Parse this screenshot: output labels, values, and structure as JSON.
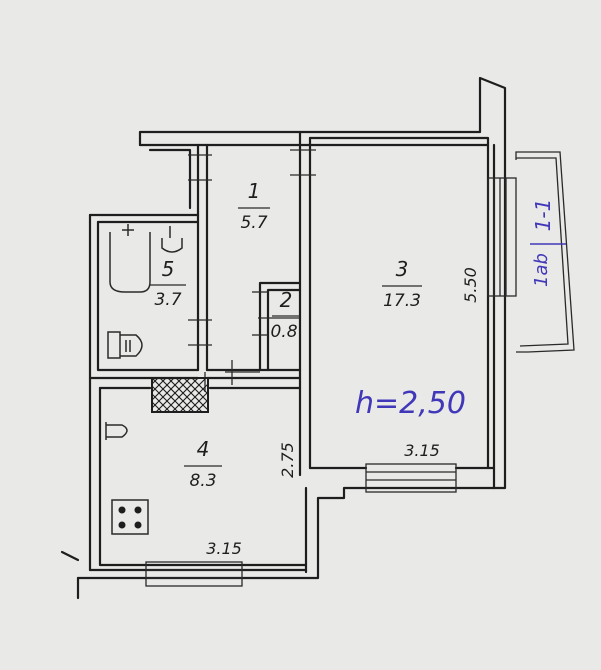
{
  "rooms": [
    {
      "number": "1",
      "area": "5.7"
    },
    {
      "number": "2",
      "area": "0.8"
    },
    {
      "number": "3",
      "area": "17.3"
    },
    {
      "number": "4",
      "area": "8.3"
    },
    {
      "number": "5",
      "area": "3.7"
    }
  ],
  "dimensions": {
    "room3_height": "5.50",
    "room3_width": "3.15",
    "room4_height": "2.75",
    "room4_width": "3.15"
  },
  "ceiling_height": "h=2,50",
  "stamp": {
    "top": "1-1",
    "bottom": "1ab"
  },
  "colors": {
    "wall": "#1e1e1e",
    "paper": "#e9e9e7",
    "ink_blue": "#4038b8"
  }
}
